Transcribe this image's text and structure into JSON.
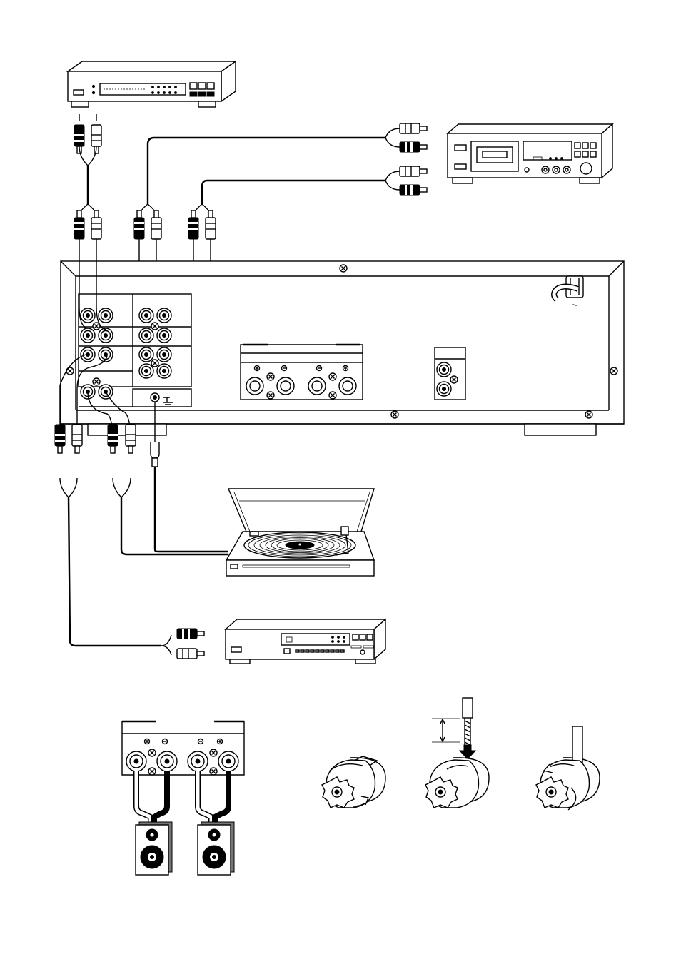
{
  "figure": {
    "type": "connection-diagram",
    "devices": [
      {
        "id": "tuner",
        "icon": "tuner-icon"
      },
      {
        "id": "cassette-deck",
        "icon": "cassette-deck-icon"
      },
      {
        "id": "amplifier-rear-panel",
        "icon": "amplifier-icon"
      },
      {
        "id": "turntable",
        "icon": "turntable-icon"
      },
      {
        "id": "cd-player",
        "icon": "cd-player-icon"
      },
      {
        "id": "speaker-left",
        "icon": "speaker-icon"
      },
      {
        "id": "speaker-right",
        "icon": "speaker-icon"
      }
    ],
    "symbols": {
      "ac_mark": "~",
      "plus": "⊕",
      "minus": "⊖"
    },
    "colors": {
      "line": "#000000",
      "background": "#ffffff",
      "shade": "#777777"
    }
  }
}
